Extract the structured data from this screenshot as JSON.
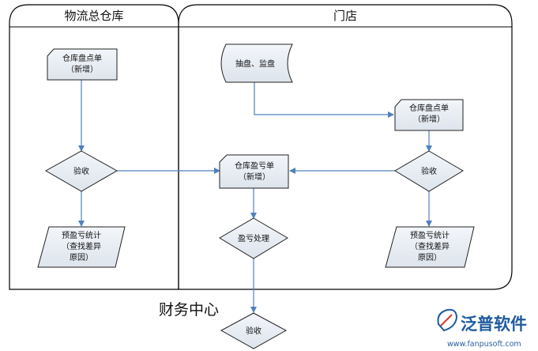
{
  "lanes": {
    "warehouse_title": "物流总仓库",
    "store_title": "门店",
    "finance_title": "财务中心"
  },
  "nodes": {
    "wh_count_sheet": [
      "仓库盘点单",
      "（新增）"
    ],
    "wh_verify": "验收",
    "wh_loss_stats": [
      "预盈亏统计",
      "（查找差异",
      "原因）"
    ],
    "store_spot_check": "抽盘、监盘",
    "store_count_sheet": [
      "仓库盘点单",
      "（新增）"
    ],
    "store_verify": "验收",
    "store_loss_stats": [
      "预盈亏统计",
      "（查找差异",
      "原因）"
    ],
    "loss_sheet": [
      "仓库盈亏单",
      "（新增）"
    ],
    "loss_processing": "盈亏处理",
    "finance_verify": "验收"
  },
  "logo": {
    "name": "泛普软件",
    "url": "www.fanpusoft.com"
  },
  "colors": {
    "node_fill": "#e8edf3",
    "node_stroke": "#222222",
    "arrow": "#4f81bd",
    "lane_stroke": "#000000",
    "logo_blue": "#1f5aa0",
    "logo_red": "#d33a2c"
  }
}
